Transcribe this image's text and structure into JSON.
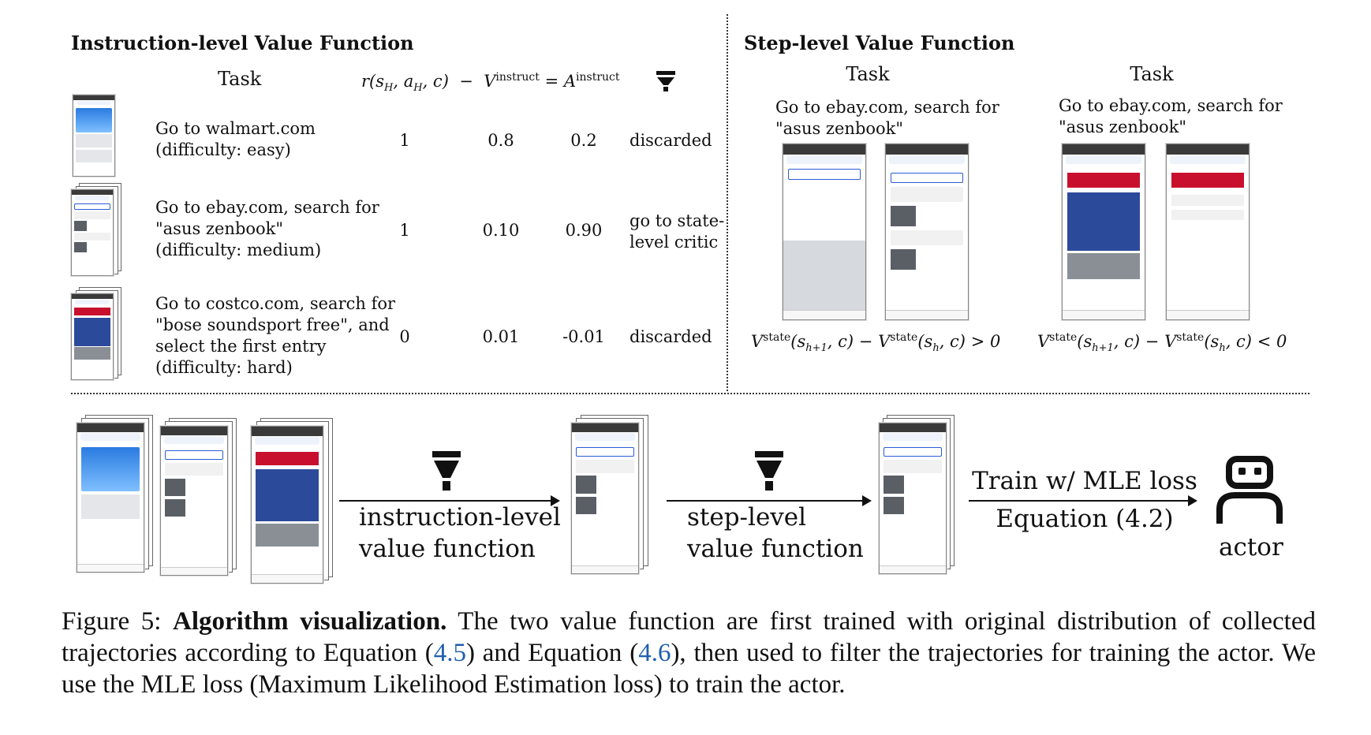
{
  "left_panel": {
    "title": "Instruction-level Value Function",
    "task_header": "Task",
    "formula_header": {
      "r": "r(s",
      "r_sub1": "H",
      "r_mid": ", a",
      "r_sub2": "H",
      "r_end": ", c)",
      "minus": "−",
      "v": "V",
      "v_sup": "instruct",
      "eq": "=",
      "a": "A",
      "a_sup": "instruct"
    },
    "filter_icon": "funnel-icon",
    "rows": [
      {
        "task": [
          "Go to walmart.com",
          "(difficulty: easy)"
        ],
        "r": "1",
        "v": "0.8",
        "a": "0.2",
        "result": [
          "discarded"
        ]
      },
      {
        "task": [
          "Go to ebay.com, search  for",
          "\"asus zenbook\"",
          "(difficulty: medium)"
        ],
        "r": "1",
        "v": "0.10",
        "a": "0.90",
        "result": [
          "go to state-",
          "level critic"
        ]
      },
      {
        "task": [
          "Go to costco.com, search for",
          "\"bose soundsport free\", and",
          "select the first entry",
          "(difficulty: hard)"
        ],
        "r": "0",
        "v": "0.01",
        "a": "-0.01",
        "result": [
          "discarded"
        ]
      }
    ]
  },
  "right_panel": {
    "title": "Step-level Value Function",
    "columns": [
      {
        "task_header": "Task",
        "task": [
          "Go to ebay.com, search  for",
          "\"asus zenbook\""
        ],
        "formula": {
          "v1": "V",
          "sup1": "state",
          "arg1a": "(s",
          "sub1": "h+1",
          "arg1b": ", c)",
          "minus": "−",
          "v2": "V",
          "sup2": "state",
          "arg2a": "(s",
          "sub2": "h",
          "arg2b": ", c)",
          "cmp": "> 0"
        }
      },
      {
        "task_header": "Task",
        "task": [
          "Go to ebay.com, search  for",
          "\"asus zenbook\""
        ],
        "formula": {
          "v1": "V",
          "sup1": "state",
          "arg1a": "(s",
          "sub1": "h+1",
          "arg1b": ", c)",
          "minus": "−",
          "v2": "V",
          "sup2": "state",
          "arg2a": "(s",
          "sub2": "h",
          "arg2b": ", c)",
          "cmp": "< 0"
        }
      }
    ]
  },
  "pipeline": {
    "stage1_label": [
      "instruction-level",
      "value function"
    ],
    "stage2_label": [
      "step-level",
      "value function"
    ],
    "stage3_label": [
      "Train w/ MLE loss",
      "Equation (4.2)"
    ],
    "actor_label": "actor",
    "actor_icon": "robot-icon"
  },
  "caption": {
    "fig": "Figure 5:",
    "bold": "Algorithm visualization.",
    "text1": " The two value function are first trained with original distribution of collected trajectories according to Equation (",
    "ref1": "4.5",
    "text2": ") and Equation (",
    "ref2": "4.6",
    "text3": "), then used to filter the trajectories for training the actor. We use the MLE loss (Maximum Likelihood Estimation loss) to train the actor."
  },
  "colors": {
    "link": "#1f5fb0",
    "costco_red": "#c8102e",
    "ebay_blue": "#2a5cd6"
  }
}
